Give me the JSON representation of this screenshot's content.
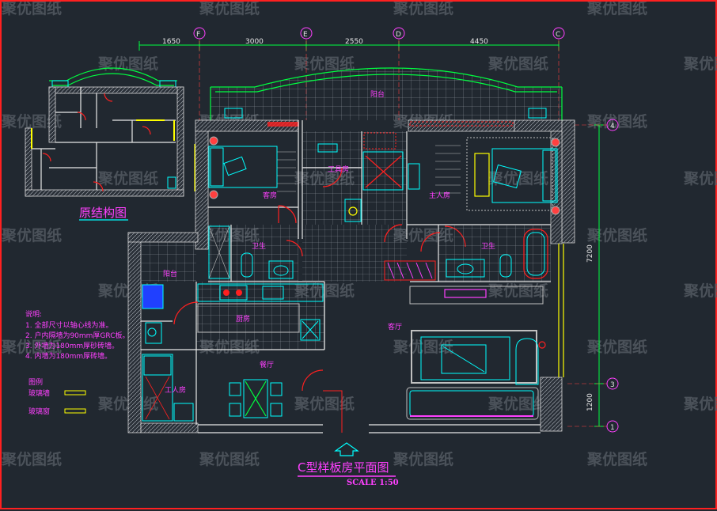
{
  "watermark": "聚优图纸",
  "colors": {
    "background": "#212830",
    "frame": "#ff2020",
    "walls": "#e8e8e8",
    "furniture": "#00ffff",
    "text": "#ff40ff",
    "window": "#ffff00",
    "balcony": "#00ff40"
  },
  "top_dimensions": [
    "1650",
    "3000",
    "2550",
    "4450"
  ],
  "top_axes": [
    "F",
    "E",
    "D",
    "C"
  ],
  "right_dimensions": [
    "7200",
    "1200"
  ],
  "right_axes": [
    "4",
    "3",
    "1"
  ],
  "rooms": {
    "balcony": "阳台",
    "guest_bedroom": "客房",
    "study": "工具房",
    "master_bedroom": "主人房",
    "guest_bath": "卫生",
    "master_bath": "卫生",
    "service_balcony": "阳台",
    "kitchen": "厨房",
    "living": "客厅",
    "dining": "餐厅",
    "maid_room": "工人房"
  },
  "original_structure": {
    "title": "原结构图"
  },
  "notes": {
    "heading": "说明:",
    "items": [
      "1. 全部尺寸以轴心线为准。",
      "2. 户内隔墙为90mm厚GRC板。",
      "3. 外墙为180mm厚砂砖墙。",
      "4. 内墙为180mm厚砖墙。"
    ]
  },
  "legend": {
    "heading": "图例",
    "items": [
      {
        "label": "玻璃墙"
      },
      {
        "label": "玻璃窗"
      }
    ]
  },
  "drawing": {
    "title": "C型样板房平面图",
    "scale": "SCALE 1:50"
  }
}
